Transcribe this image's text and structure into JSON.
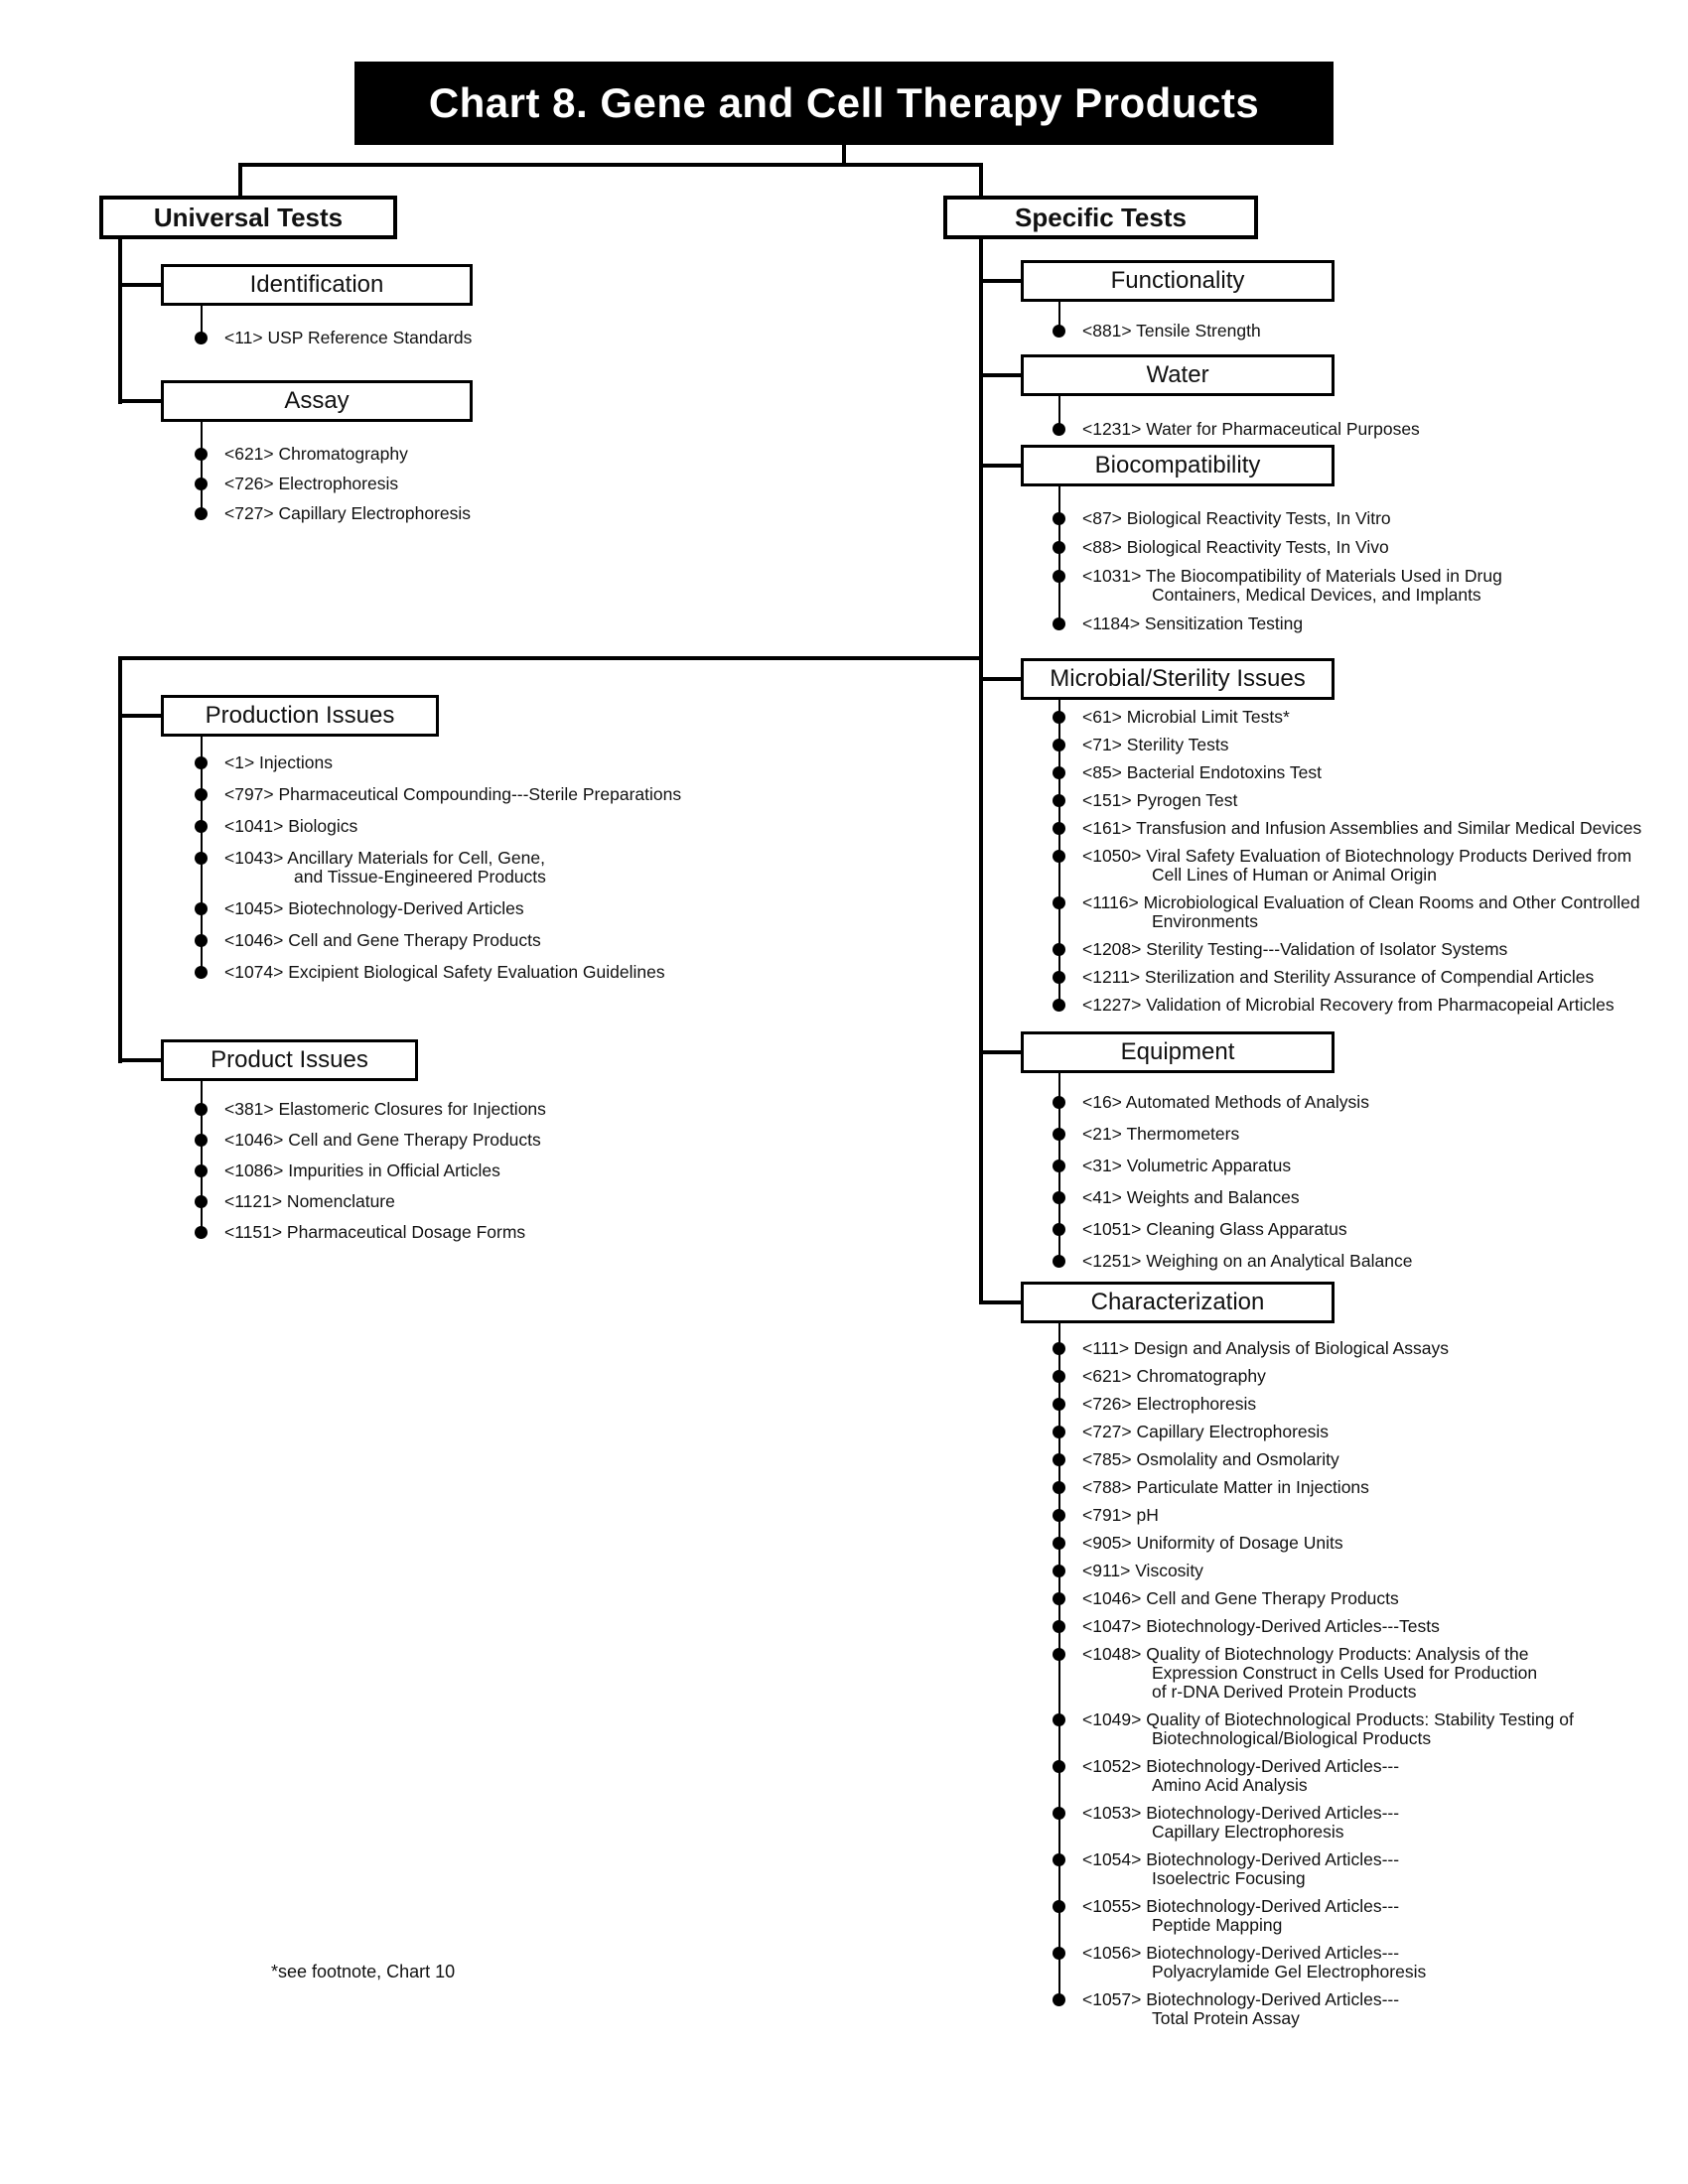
{
  "title": "Chart 8. Gene and Cell Therapy Products",
  "branches": [
    {
      "id": "universal",
      "label": "Universal Tests"
    },
    {
      "id": "specific",
      "label": "Specific Tests"
    }
  ],
  "sections": [
    {
      "id": "identification",
      "branch": "universal",
      "label": "Identification",
      "items": [
        "<11> USP Reference Standards"
      ]
    },
    {
      "id": "assay",
      "branch": "universal",
      "label": "Assay",
      "items": [
        "<621> Chromatography",
        "<726> Electrophoresis",
        "<727> Capillary Electrophoresis"
      ]
    },
    {
      "id": "production-issues",
      "branch": "universal",
      "label": "Production Issues",
      "items": [
        "<1> Injections",
        "<797> Pharmaceutical Compounding---Sterile Preparations",
        "<1041> Biologics",
        "<1043> Ancillary Materials for Cell, Gene,\nand Tissue-Engineered Products",
        "<1045> Biotechnology-Derived Articles",
        "<1046> Cell and Gene Therapy Products",
        "<1074> Excipient Biological Safety Evaluation Guidelines"
      ]
    },
    {
      "id": "product-issues",
      "branch": "universal",
      "label": "Product Issues",
      "items": [
        "<381> Elastomeric Closures for Injections",
        "<1046> Cell and Gene Therapy Products",
        "<1086> Impurities in Official Articles",
        "<1121> Nomenclature",
        "<1151> Pharmaceutical Dosage Forms"
      ]
    },
    {
      "id": "functionality",
      "branch": "specific",
      "label": "Functionality",
      "items": [
        "<881> Tensile Strength"
      ]
    },
    {
      "id": "water",
      "branch": "specific",
      "label": "Water",
      "items": [
        "<1231> Water for Pharmaceutical Purposes"
      ]
    },
    {
      "id": "biocompatibility",
      "branch": "specific",
      "label": "Biocompatibility",
      "items": [
        "<87> Biological Reactivity Tests, In Vitro",
        "<88> Biological Reactivity Tests, In Vivo",
        "<1031> The Biocompatibility of Materials Used in Drug\nContainers, Medical Devices, and Implants",
        "<1184> Sensitization Testing"
      ]
    },
    {
      "id": "microbial-sterility-issues",
      "branch": "specific",
      "label": "Microbial/Sterility Issues",
      "items": [
        "<61> Microbial Limit Tests*",
        "<71> Sterility Tests",
        "<85> Bacterial Endotoxins Test",
        "<151> Pyrogen Test",
        "<161> Transfusion and Infusion Assemblies and Similar Medical Devices",
        "<1050> Viral Safety Evaluation of Biotechnology Products Derived from\nCell Lines of Human or Animal Origin",
        "<1116> Microbiological Evaluation of Clean Rooms and Other Controlled\nEnvironments",
        "<1208> Sterility Testing---Validation of Isolator Systems",
        "<1211> Sterilization and Sterility Assurance of Compendial Articles",
        "<1227> Validation of Microbial Recovery from Pharmacopeial Articles"
      ]
    },
    {
      "id": "equipment",
      "branch": "specific",
      "label": "Equipment",
      "items": [
        "<16> Automated Methods of Analysis",
        "<21> Thermometers",
        "<31> Volumetric Apparatus",
        "<41> Weights and Balances",
        "<1051> Cleaning Glass Apparatus",
        "<1251> Weighing on an Analytical Balance"
      ]
    },
    {
      "id": "characterization",
      "branch": "specific",
      "label": "Characterization",
      "items": [
        "<111> Design and Analysis of Biological Assays",
        "<621> Chromatography",
        "<726> Electrophoresis",
        "<727> Capillary Electrophoresis",
        "<785> Osmolality and Osmolarity",
        "<788> Particulate Matter in Injections",
        "<791> pH",
        "<905> Uniformity of Dosage Units",
        "<911> Viscosity",
        "<1046> Cell and Gene Therapy Products",
        "<1047> Biotechnology-Derived Articles---Tests",
        "<1048> Quality of Biotechnology Products: Analysis of the\nExpression Construct in Cells Used for Production\nof r-DNA Derived Protein Products",
        "<1049> Quality of Biotechnological Products: Stability Testing of\nBiotechnological/Biological Products",
        "<1052> Biotechnology-Derived Articles---\nAmino Acid Analysis",
        "<1053> Biotechnology-Derived Articles---\nCapillary Electrophoresis",
        "<1054> Biotechnology-Derived Articles---\nIsoelectric Focusing",
        "<1055> Biotechnology-Derived Articles---\nPeptide Mapping",
        "<1056> Biotechnology-Derived Articles---\nPolyacrylamide Gel Electrophoresis",
        "<1057> Biotechnology-Derived Articles---\nTotal Protein Assay"
      ]
    }
  ],
  "footnote": "*see footnote, Chart 10",
  "colors": {
    "title_bg": "#000000",
    "title_text": "#ffffff",
    "line": "#000000",
    "box_bg": "#ffffff",
    "text": "#111111"
  }
}
